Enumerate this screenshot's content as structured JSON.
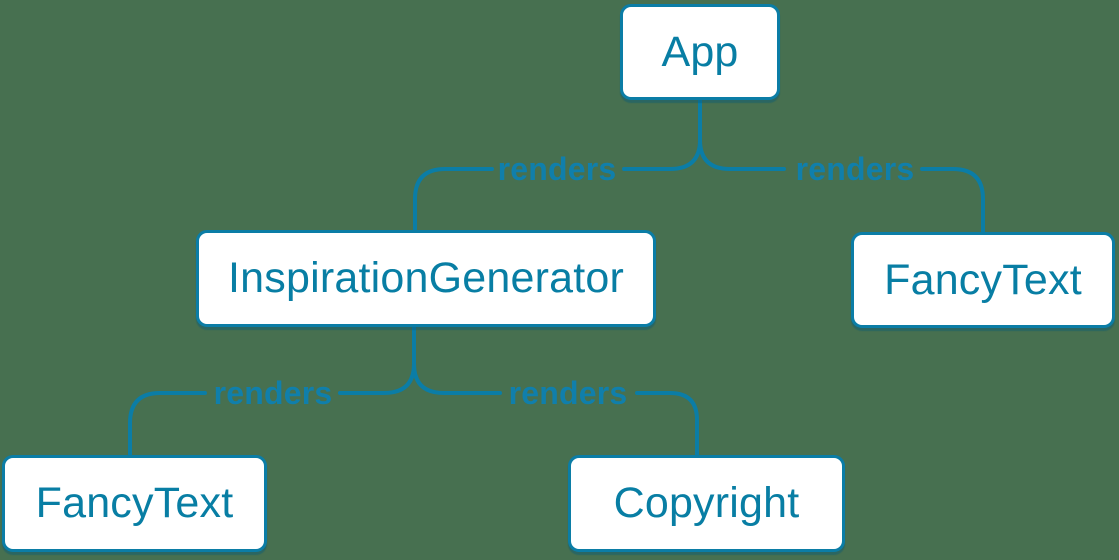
{
  "colors": {
    "background": "#477050",
    "accent": "#087ea4",
    "stroke": "#0b7da6",
    "node_fill": "#ffffff"
  },
  "nodes": {
    "app": {
      "label": "App"
    },
    "inspiration_generator": {
      "label": "InspirationGenerator"
    },
    "fancy_text_right": {
      "label": "FancyText"
    },
    "fancy_text_left": {
      "label": "FancyText"
    },
    "copyright": {
      "label": "Copyright"
    }
  },
  "edges": {
    "app_to_inspiration_generator": {
      "label": "renders"
    },
    "app_to_fancy_text": {
      "label": "renders"
    },
    "inspiration_generator_to_fancy_text": {
      "label": "renders"
    },
    "inspiration_generator_to_copyright": {
      "label": "renders"
    }
  }
}
